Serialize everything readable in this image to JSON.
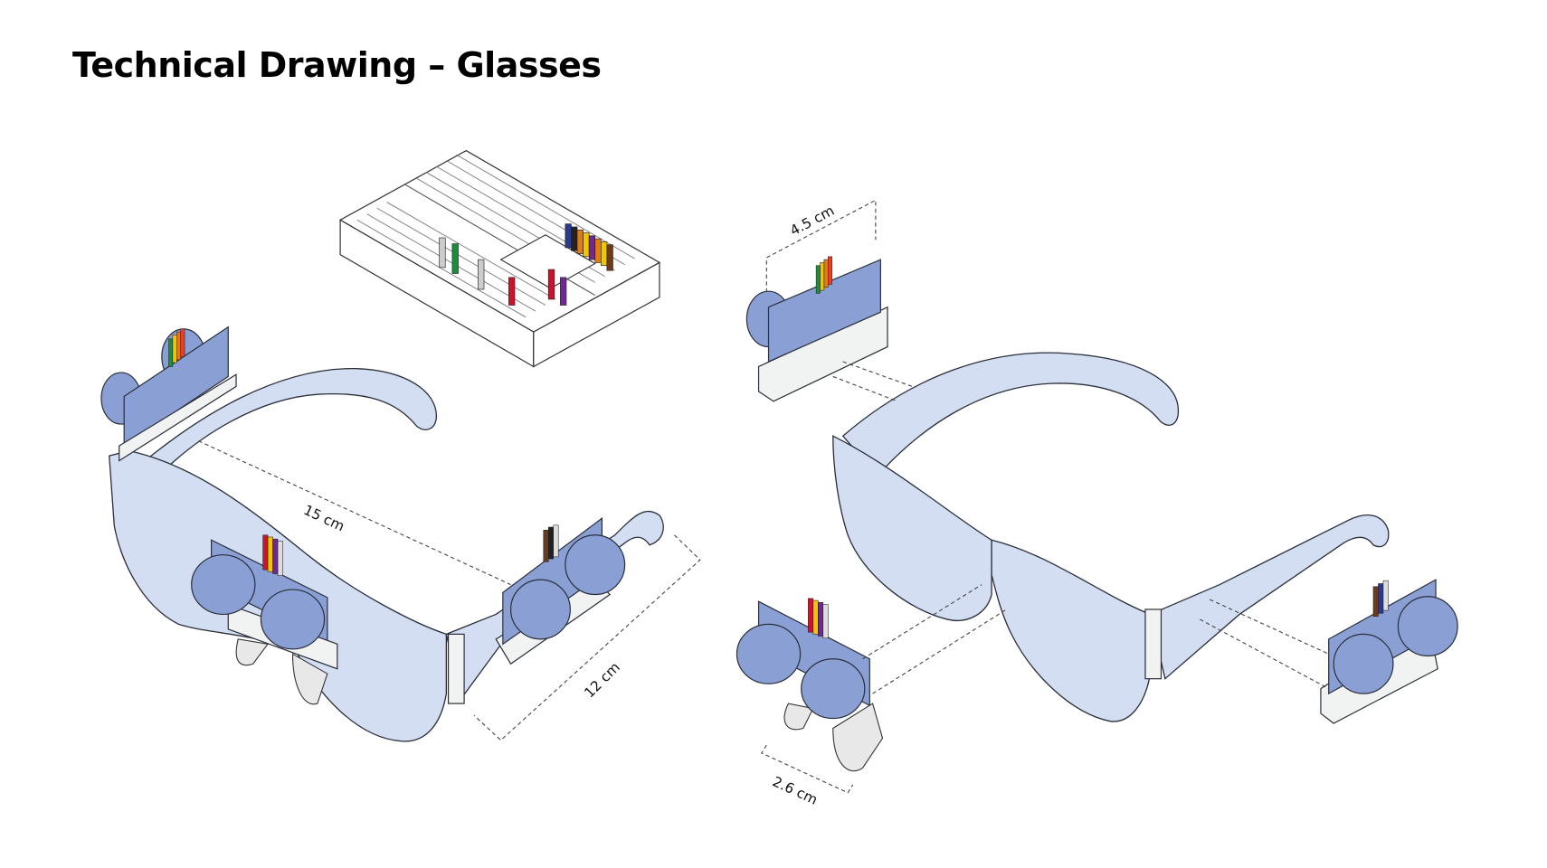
{
  "title": "Technical Drawing – Glasses",
  "dimensions": {
    "width_glasses": "15 cm",
    "arm_sensor_length": "12 cm",
    "sensor_height": "4.5 cm",
    "sensor_depth": "2.6 cm"
  },
  "colors": {
    "lens": "#d3def2",
    "sensor": "#8aa0d4",
    "mount": "#f1f2f2",
    "wires": [
      "#1a8f3a",
      "#f2c500",
      "#e8412a",
      "#e07b16",
      "#d0112b",
      "#6e2a8e",
      "#2a3a8e",
      "#6b3b1e",
      "#cccccc",
      "#222222"
    ]
  }
}
